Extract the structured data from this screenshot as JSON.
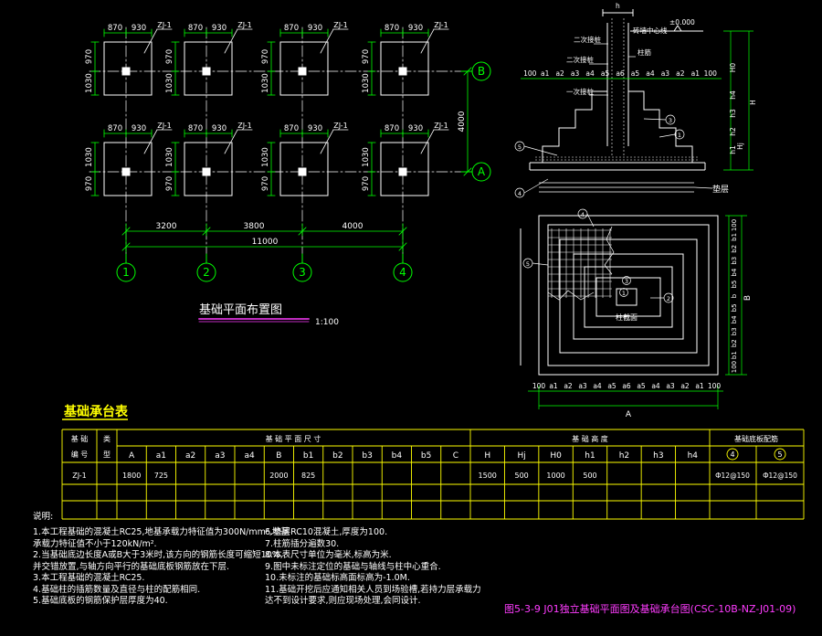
{
  "plan": {
    "title": "基础平面布置图",
    "scale": "1:100",
    "grid_numbers": [
      "1",
      "2",
      "3",
      "4"
    ],
    "grid_letters": [
      "B",
      "A"
    ],
    "spans": [
      "3200",
      "3800",
      "4000"
    ],
    "total_span": "11000",
    "vertical_span": "4000",
    "top_dims": [
      "870",
      "930"
    ],
    "side_dims": [
      "970",
      "1030"
    ],
    "mark": "ZJ-1"
  },
  "section": {
    "h_label": "h",
    "elevation": "±0.000",
    "labels": [
      "砖墙中心线",
      "柱筋",
      "二次接桩",
      "二次接桩",
      "一次接桩"
    ],
    "dims_row": [
      "100",
      "a1",
      "a2",
      "a3",
      "a4",
      "a5",
      "a6",
      "a5",
      "a4",
      "a3",
      "a2",
      "a1",
      "100"
    ],
    "right_dims": [
      "H0",
      "h4",
      "h3",
      "h2",
      "h1",
      "Hj",
      "H"
    ],
    "markers": [
      "3",
      "5",
      "4",
      "1"
    ],
    "bedding": "垫层"
  },
  "footing_plan": {
    "dims_bottom": [
      "100",
      "a1",
      "a2",
      "a3",
      "a4",
      "a5",
      "a6",
      "a5",
      "a4",
      "a3",
      "a2",
      "a1",
      "100"
    ],
    "dim_A": "A",
    "dim_B": "B",
    "right_dims": [
      "100",
      "b1",
      "b2",
      "b3",
      "b4",
      "b5",
      "b",
      "b5",
      "b4",
      "b3",
      "b2",
      "b1",
      "100"
    ],
    "markers": [
      "4",
      "5",
      "3",
      "1",
      "2"
    ],
    "column_label": "柱截面"
  },
  "table": {
    "title": "基础承台表",
    "hdr_no_top": "基 础",
    "hdr_no_bottom": "编 号",
    "hdr_type_top": "类",
    "hdr_type_bottom": "型",
    "group_plan": "基 础 平 面 尺 寸",
    "group_height": "基 础 高 度",
    "group_rebar": "基础底板配筋",
    "cols_plan": [
      "A",
      "a1",
      "a2",
      "a3",
      "a4",
      "B",
      "b1",
      "b2",
      "b3",
      "b4",
      "b5",
      "C"
    ],
    "cols_height": [
      "H",
      "Hj",
      "H0",
      "h1",
      "h2",
      "h3",
      "h4"
    ],
    "cols_rebar": [
      "4",
      "5"
    ],
    "row": {
      "no": "ZJ-1",
      "A": "1800",
      "a1": "725",
      "B": "2000",
      "b1": "825",
      "H": "1500",
      "Hj": "500",
      "H0": "1000",
      "h1": "500",
      "r4": "Ф12@150",
      "r5": "Ф12@150"
    }
  },
  "notes_title": "说明:",
  "notes_left": [
    "1.本工程基础的混凝土RC25,地基承载力特征值为300N/mm²,地基",
    "   承载力特征值不小于120kN/m².",
    "2.当基础底边长度A或B大于3米时,该方向的钢筋长度可缩短10%,",
    "   并交错放置,与轴方向平行的基础底板钢筋放在下层.",
    "3.本工程基础的混凝土RC25.",
    "4.基础柱的插筋数量及直径与柱的配筋相同.",
    "5.基础底板的钢筋保护层厚度为40."
  ],
  "notes_right": [
    "6.垫层RC10混凝土,厚度为100.",
    "7.柱筋插分遍数30.",
    "8.本表尺寸单位为毫米,标高为米.",
    "9.图中未标注定位的基础与轴线与柱中心重合.",
    "10.未标注的基础标高面标高为-1.0M.",
    "11.基础开挖后应通知相关人员到场验槽,若持力层承载力",
    "   达不到设计要求,则应现场处理,会同设计."
  ],
  "caption": "图5-3-9 J01独立基础平面图及基础承台图(CSC-10B-NZ-J01-09)",
  "colors": {
    "background": "#000000",
    "green": "#00ff00",
    "white": "#ffffff",
    "yellow": "#ffff00",
    "cyan": "#00ffff",
    "magenta": "#ff3cff"
  }
}
